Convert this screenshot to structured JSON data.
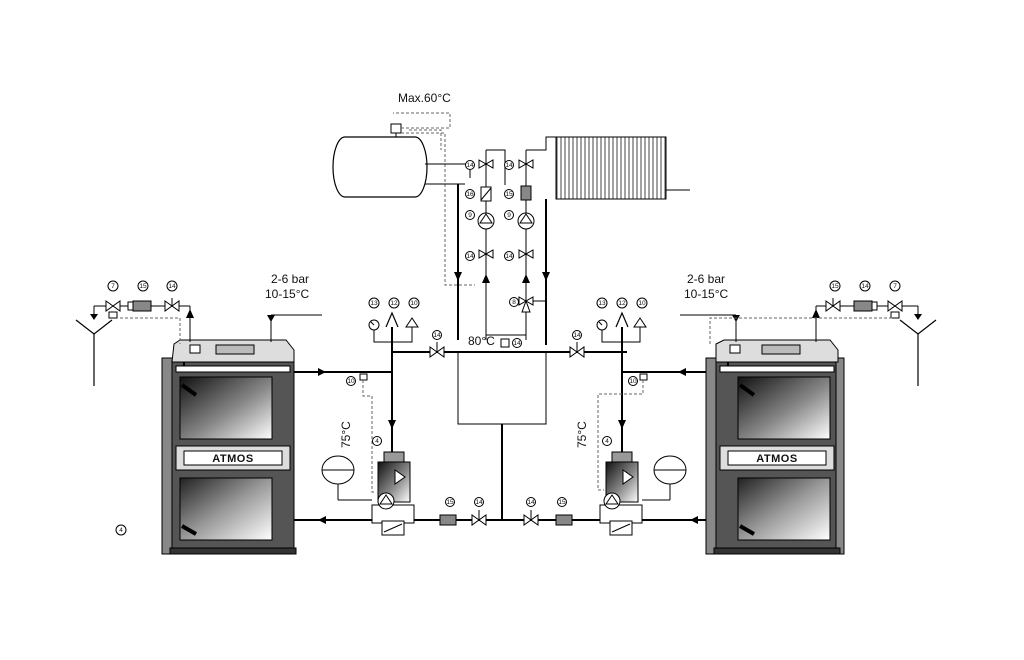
{
  "labels": {
    "max_temp": "Max.60°C",
    "pressure_left": "2-6 bar",
    "temp_left": "10-15°C",
    "pressure_right": "2-6 bar",
    "temp_right": "10-15°C",
    "temp_80": "80°C",
    "temp_75_left": "75°C",
    "temp_75_right": "75°C",
    "brand_left": "ATMOS",
    "brand_right": "ATMOS",
    "standalone_tag": "4"
  },
  "tags": {
    "tank_vertical": [
      "14",
      "16",
      "9",
      "14"
    ],
    "radiator_vertical": [
      "14",
      "15",
      "9",
      "14",
      "8"
    ],
    "tank_bottom": "14",
    "left_top_valves": [
      "7",
      "15",
      "14"
    ],
    "right_top_valves": [
      "15",
      "14",
      "7"
    ],
    "left_safety": [
      "13",
      "12",
      "10"
    ],
    "right_safety": [
      "13",
      "12",
      "10"
    ],
    "left_supply_valve": "14",
    "right_supply_valve": "14",
    "left_sensor": "10",
    "right_sensor": "10",
    "left_unit": "4",
    "right_unit": "4",
    "left_return": [
      "15",
      "14"
    ],
    "right_return": [
      "14",
      "15"
    ]
  }
}
